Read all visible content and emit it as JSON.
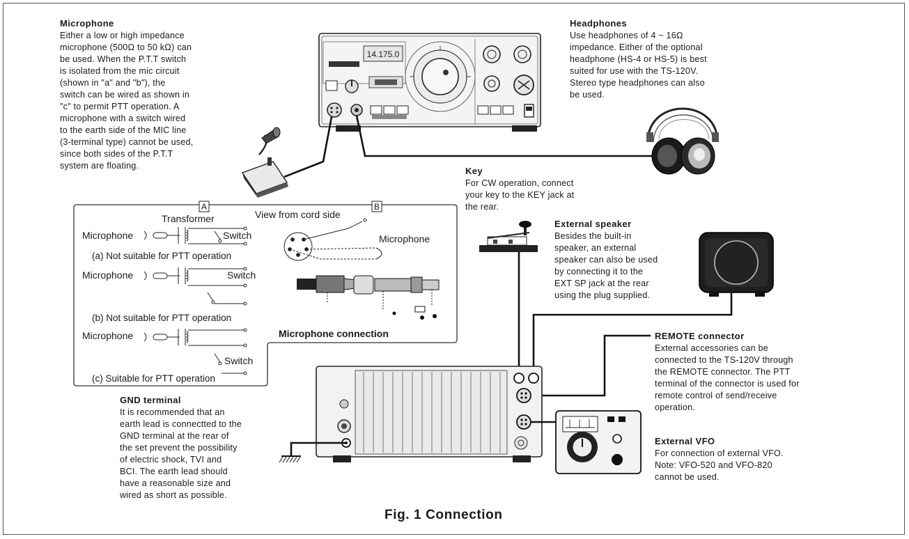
{
  "microphone": {
    "title": "Microphone",
    "body": "Either a low or high impedance\nmicrophone (500Ω to 50 kΩ) can\nbe used.  When the P.T.T switch\nis isolated from the mic circuit\n(shown in \"a\" and \"b\"), the\nswitch can be wired as shown in\n\"c\" to permit PTT operation. A\nmicrophone with a switch wired\nto the earth side of the MIC line\n(3-terminal type) cannot be used,\nsince both sides of the P.T.T\nsystem are floating."
  },
  "headphones": {
    "title": "Headphones",
    "body": "Use headphones of 4 ~ 16Ω\nimpedance. Either of the optional\nheadphone (HS-4 or HS-5) is best\nsuited for use with the TS-120V.\nStereo type headphones can also\nbe used."
  },
  "key": {
    "title": "Key",
    "body": "For CW operation, connect\nyour key to the KEY jack at\nthe rear."
  },
  "external_speaker": {
    "title": "External speaker",
    "body": "Besides the built-in\nspeaker, an external\nspeaker can also be used\nby connecting it to the\nEXT SP jack at the rear\nusing the plug supplied."
  },
  "remote_connector": {
    "title": "REMOTE connector",
    "body": "External accessories can be\nconnected to the TS-120V through\nthe REMOTE connector. The PTT\nterminal of the connector is used for\nremote control of send/receive\noperation."
  },
  "gnd_terminal": {
    "title": "GND terminal",
    "body": "It is recommended that an\nearth lead is connectted to the\nGND terminal at the rear of\nthe set prevent the possibility\nof electric shock, TVI and\nBCI. The earth lead should\nhave a reasonable size and\nwired as short as possible."
  },
  "external_vfo": {
    "title": "External VFO",
    "body": "For connection of external VFO.\nNote:  VFO-520 and VFO-820\ncannot be used."
  },
  "inset": {
    "label_a": "A",
    "label_b": "B",
    "transformer": "Transformer",
    "view_from": "View from cord side",
    "microphone": "Microphone",
    "switch": "Switch",
    "case_a": "(a) Not suitable for PTT operation",
    "case_b": "(b) Not suitable for PTT operation",
    "case_c": "(c) Suitable for PTT operation",
    "mic_connection": "Microphone connection"
  },
  "radio": {
    "display": "14.175.0"
  },
  "caption": "Fig. 1  Connection"
}
